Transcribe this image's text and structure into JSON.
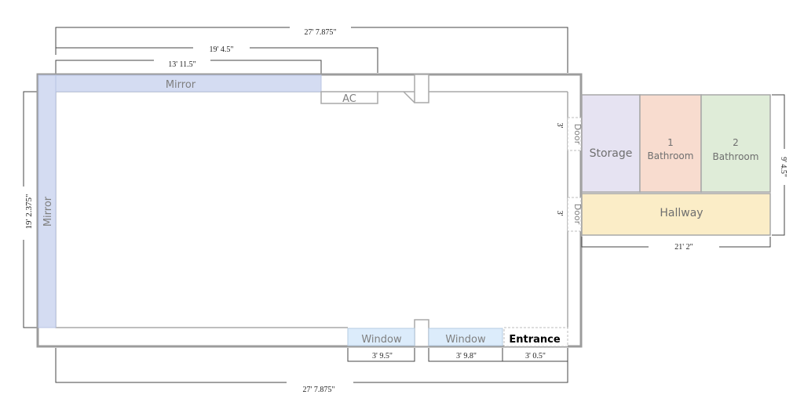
{
  "colors": {
    "wall": "#9c9c9c",
    "mirror": "#d4dcf2",
    "window": "#dcecfb",
    "storage": "#e6e3f2",
    "bathroom1": "#f8dccf",
    "bathroom2": "#dfecd8",
    "hallway": "#fbedc7"
  },
  "dimensions": {
    "top_total": "27' 7.875\"",
    "top_mid": "19' 4.5\"",
    "top_inner": "13' 11.5\"",
    "left_height": "19'  2.375\"",
    "bottom_total": "27' 7.875\"",
    "window1_width": "3' 9.5\"",
    "window2_width": "3' 9.8\"",
    "entrance_width": "3' 0.5\"",
    "hallway_width": "21' 2\"",
    "annex_height": "9' 4.5\"",
    "door1_width": "3'",
    "door2_width": "3'"
  },
  "labels": {
    "mirror_top": "Mirror",
    "mirror_left": "Mirror",
    "ac": "AC",
    "door1": "Door",
    "door2": "Door",
    "window1": "Window",
    "window2": "Window",
    "entrance": "Entrance"
  },
  "rooms": {
    "storage": "Storage",
    "bathroom1_num": "1",
    "bathroom1_name": "Bathroom",
    "bathroom2_num": "2",
    "bathroom2_name": "Bathroom",
    "hallway": "Hallway"
  }
}
